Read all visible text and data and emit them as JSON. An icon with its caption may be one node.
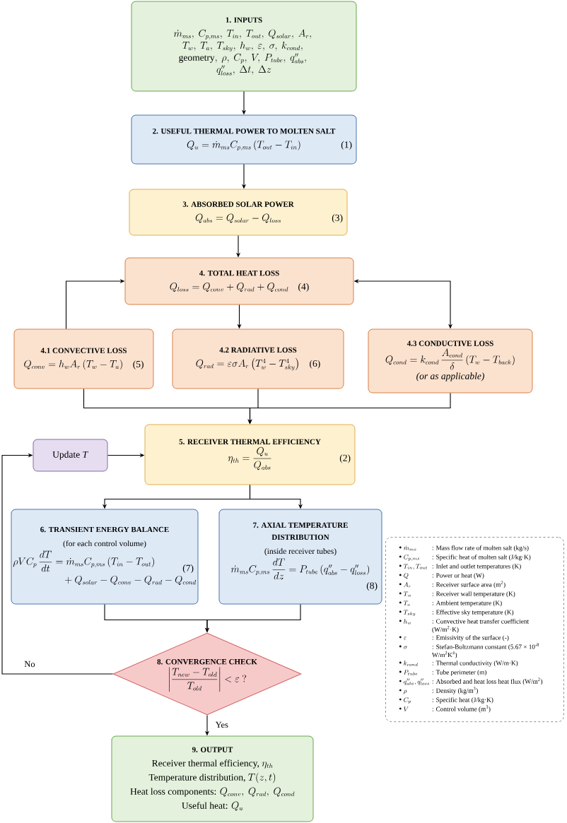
{
  "diagram": {
    "nodes": [
      {
        "text": [
          "1. INPUTS",
          "\\dot{m}_{ms},\\ \\allowbreak C_{p,ms},\\ \\allowbreak T_{in},\\ \\allowbreak T_{out},\\ \\allowbreak Q_{solar},\\ \\allowbreak A_r,\\ \\allowbreak T_w,\\ \\allowbreak T_a,\\ \\allowbreak T_{sky},\\ \\allowbreak h_w,\\ \\allowbreak \\varepsilon,\\ \\allowbreak \\sigma,\\ \\allowbreak k_{cond},\\ \\allowbreak \\text{geometry},\\ \\allowbreak \\rho,\\ \\allowbreak C_p,\\ \\allowbreak V,\\ \\allowbreak P_{tube},\\ \\allowbreak q''_{abs},\\ \\allowbreak q''_{loss},\\ \\allowbreak \\Delta t,\\ \\allowbreak \\Delta z"
        ]
      },
      {
        "text": [
          "2. USEFUL THERMAL POWER TO MOLTEN SALT",
          "Q_u = \\dot{m}_{ms}C_{p,ms}\\left(T_{out} - T_{in}\\right)",
          "(1)"
        ]
      },
      {
        "text": [
          "3. ABSORBED SOLAR POWER",
          "Q_{abs} = Q_{solar} - Q_{loss}",
          "(3)"
        ]
      },
      {
        "text": [
          "4. TOTAL HEAT LOSS",
          "Q_{loss} = Q_{conv} + Q_{rad} + Q_{cond}",
          "(4)"
        ]
      },
      {
        "text": [
          "4.1 CONVECTIVE LOSS",
          "Q_{conv} = h_w A_r\\left(T_w - T_a\\right)",
          "(5)"
        ]
      },
      {
        "text": [
          "4.2 RADIATIVE LOSS",
          "Q_{rad} = \\varepsilon\\sigma A_r\\left(T_w^4 - T_{sky}^4\\right)",
          "(6)"
        ]
      },
      {
        "text": [
          "4.3 CONDUCTIVE LOSS",
          "Q_{cond} = k_{cond}\\,\\frac{A_{cond}}{\\delta}\\left(T_w - T_{back}\\right)",
          "(or as applicable)"
        ]
      },
      {
        "text": [
          "Update *T*"
        ]
      },
      {
        "text": [
          "5. RECEIVER THERMAL EFFICIENCY",
          "\\eta_{th} = \\frac{Q_u}{Q_{abs}}",
          "(2)"
        ]
      },
      {
        "text": [
          "6. TRANSIENT ENERGY BALANCE",
          "(for each control volume)",
          "\\begin{aligned}\\rho V C_p\\,\\frac{dT}{dt} &= \\dot{m}_{ms}C_{p,ms}\\left(T_{in} - T_{out}\\right)\\\\ &\\quad + Q_{solar} - Q_{conv} - Q_{rad} - Q_{cond}\\end{aligned}",
          "(7)"
        ]
      },
      {
        "text": [
          "7. AXIAL TEMPERATURE DISTRIBUTION",
          "(inside receiver tubes)",
          "\\dot{m}_{ms}C_{p,ms}\\,\\frac{dT}{dz} = P_{tube}\\left(q''_{abs} - q''_{loss}\\right)",
          "(8)"
        ]
      },
      {
        "text": [
          "8. CONVERGENCE CHECK",
          "\\left|\\frac{T_{new} - T_{old}}{T_{old}}\\right| < \\varepsilon\\ ?"
        ]
      },
      {
        "text": [
          "9. OUTPUT",
          "\\text{Receiver thermal efficiency, }\\eta_{th}",
          "\\text{Temperature distribution, }T(z,t)",
          "\\text{Heat loss components: }Q_{conv},\\ Q_{rad},\\ Q_{cond}",
          "\\text{Useful heat: }Q_u"
        ]
      },
      {
        "text": [
          "\\dot{m}_{ms}",
          ": Mass flow rate of molten salt (kg/s)",
          "C_{p,ms}",
          ": Specific heat of molten salt (J/kg·K)",
          "T_{in}, T_{out}",
          ": Inlet and outlet temperatures (K)",
          "Q",
          ": Power or heat (W)",
          "A_r",
          ": Receiver surface area (m$^{2}$)",
          "T_w",
          ": Receiver wall temperature (K)",
          "T_a",
          ": Ambient temperature (K)",
          "T_{sky}",
          ": Effective sky temperature (K)",
          "h_w",
          ": Convective heat transfer coefficient (W/m$^{2}$·K)",
          "\\varepsilon",
          ": Emissivity of the surface (-)",
          "\\sigma",
          ": Stefan-Boltzmann constant (5.67 × 10$^{-8}$ W/m$^{2}$K$^{4}$)",
          "k_{cond}",
          ": Thermal conductivity (W/m·K)",
          "P_{tube}",
          ": Tube perimeter (m)",
          "q''_{abs}, q''_{loss}",
          ": Absorbed and heat loss heat flux (W/m$^{2}$)",
          "\\rho",
          ": Density (kg/m$^{3}$)",
          "C_p",
          ": Specific heat (J/kg·K)",
          "V",
          ": Control volume (m$^{3}$)"
        ]
      }
    ],
    "edges": [
      {
        "from": 0,
        "to": 1,
        "arrow": "to"
      },
      {
        "from": 1,
        "to": 2,
        "arrow": "to"
      },
      {
        "from": 2,
        "to": 3,
        "arrow": "to"
      },
      {
        "from": 4,
        "to": 3,
        "arrow": "to"
      },
      {
        "from": 3,
        "to": 5,
        "arrow": "to"
      },
      {
        "from": 3,
        "to": 6,
        "arrow": "both"
      },
      {
        "from": 4,
        "to": 8,
        "arrow": "to"
      },
      {
        "from": 5,
        "to": 8,
        "arrow": "to"
      },
      {
        "from": 6,
        "to": 8,
        "arrow": "to"
      },
      {
        "from": 7,
        "to": 8,
        "arrow": "to"
      },
      {
        "from": 8,
        "to": 9,
        "arrow": "to"
      },
      {
        "from": 8,
        "to": 10,
        "arrow": "to"
      },
      {
        "from": 9,
        "to": 11,
        "arrow": "to"
      },
      {
        "from": 10,
        "to": 11,
        "arrow": "to"
      },
      {
        "from": 11,
        "to": 7,
        "arrow": "to",
        "label": "No"
      },
      {
        "from": 11,
        "to": 12,
        "arrow": "to",
        "label": "Yes"
      }
    ]
  }
}
